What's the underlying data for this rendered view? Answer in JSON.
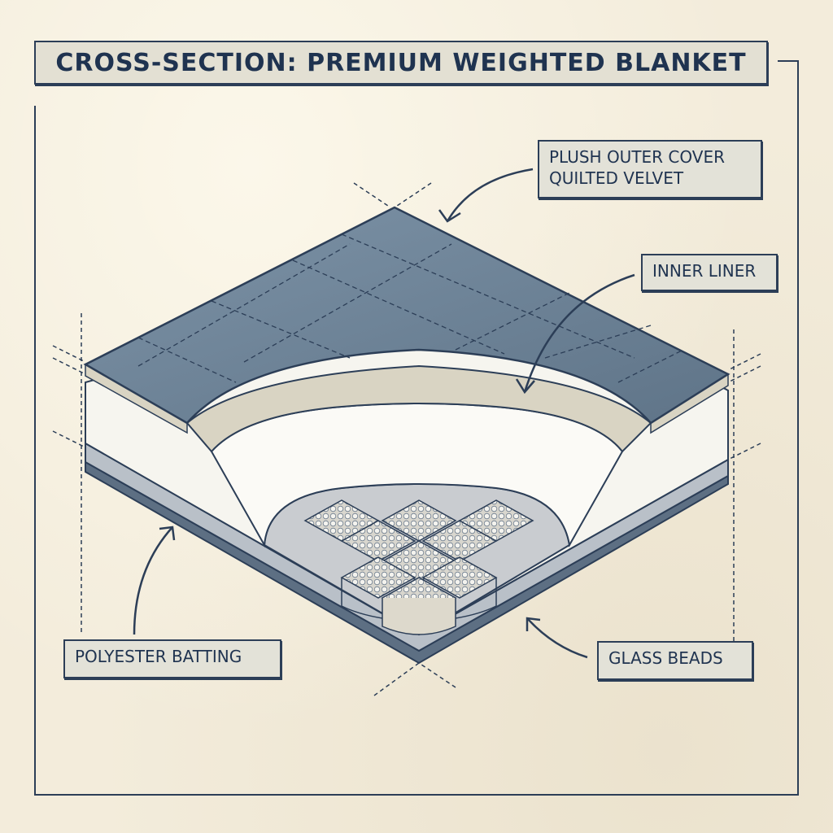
{
  "title": "CROSS-SECTION: PREMIUM WEIGHTED BLANKET",
  "colors": {
    "ink": "#1f3350",
    "paper": "#f3ecdb",
    "label_fill": "#e3e2d8",
    "cover": "#6f8599",
    "liner": "#d9d4c3",
    "batting": "#f6f5ef",
    "beads": "#e8e6df"
  },
  "labels": [
    {
      "id": "outer-cover",
      "lines": [
        "PLUSH OUTER COVER",
        "QUILTED VELVET"
      ]
    },
    {
      "id": "inner-liner",
      "lines": [
        "INNER LINER"
      ]
    },
    {
      "id": "polyester-batting",
      "lines": [
        "POLYESTER BATTING"
      ]
    },
    {
      "id": "glass-beads",
      "lines": [
        "GLASS BEADS"
      ]
    }
  ],
  "layers": [
    "Plush outer cover (quilted velvet)",
    "Inner liner",
    "Polyester batting",
    "Glass beads in pockets"
  ]
}
